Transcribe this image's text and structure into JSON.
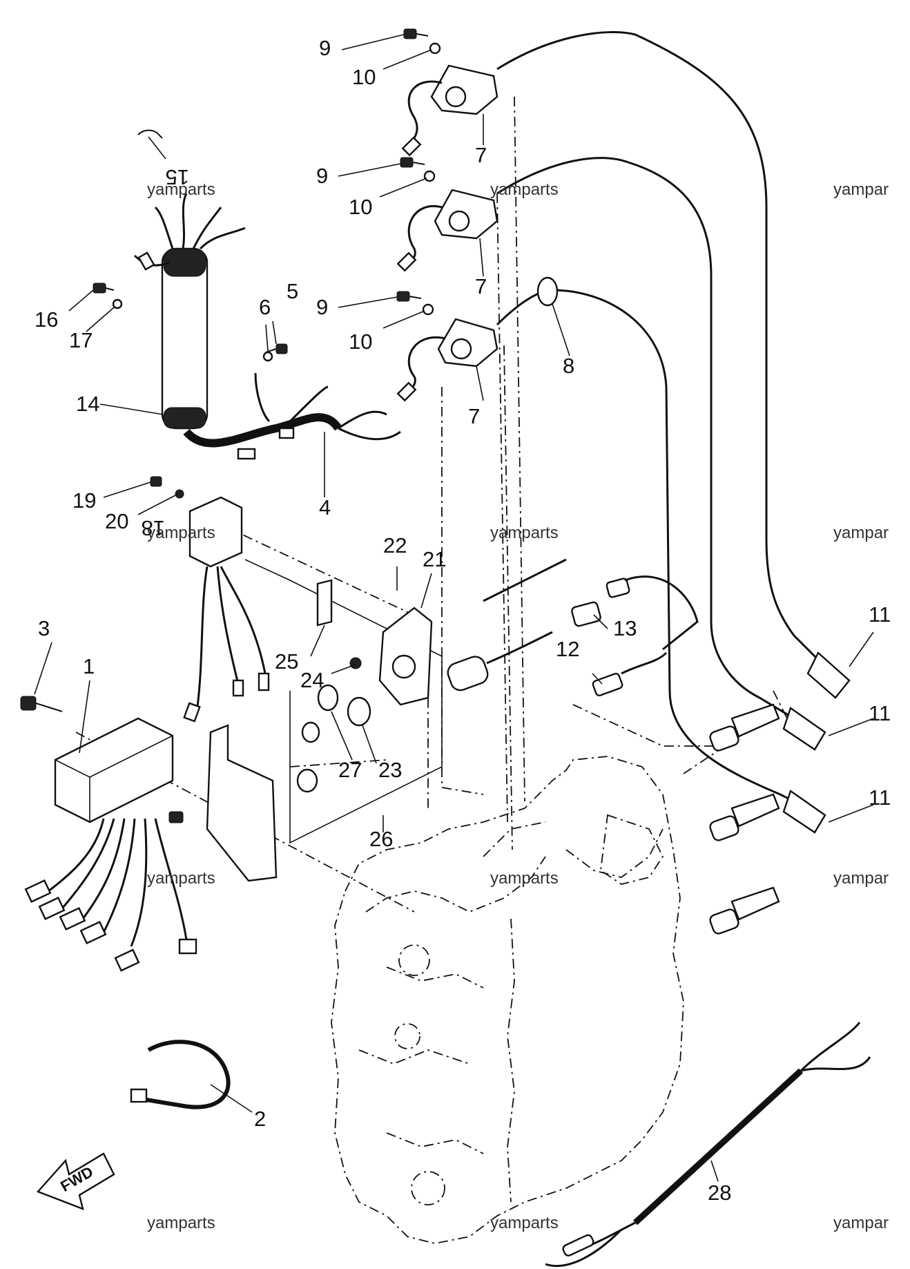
{
  "callouts": {
    "p1": "1",
    "p2": "2",
    "p3": "3",
    "p4": "4",
    "p5": "5",
    "p6": "6",
    "p7a": "7",
    "p7b": "7",
    "p7c": "7",
    "p8": "8",
    "p9a": "9",
    "p9b": "9",
    "p9c": "9",
    "p10a": "10",
    "p10b": "10",
    "p10c": "10",
    "p11a": "11",
    "p11b": "11",
    "p11c": "11",
    "p12": "12",
    "p13": "13",
    "p14": "14",
    "p15": "15",
    "p16": "16",
    "p17": "17",
    "p18": "18",
    "p19": "19",
    "p20": "20",
    "p21": "21",
    "p22": "22",
    "p23": "23",
    "p24": "24",
    "p25": "25",
    "p26": "26",
    "p27": "27",
    "p28": "28"
  },
  "watermark": "yamparts",
  "watermark_cut": "yampar",
  "fwd_label": "FWD",
  "colors": {
    "ink": "#111111",
    "background": "#ffffff"
  }
}
